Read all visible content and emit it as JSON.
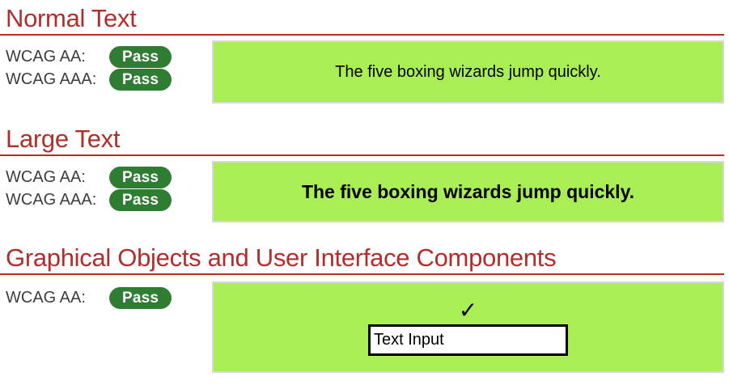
{
  "sections": [
    {
      "heading": "Normal Text",
      "checks": [
        {
          "label": "WCAG AA:",
          "result": "Pass"
        },
        {
          "label": "WCAG AAA:",
          "result": "Pass"
        }
      ],
      "sample_text": "The five boxing wizards jump quickly."
    },
    {
      "heading": "Large Text",
      "checks": [
        {
          "label": "WCAG AA:",
          "result": "Pass"
        },
        {
          "label": "WCAG AAA:",
          "result": "Pass"
        }
      ],
      "sample_text": "The five boxing wizards jump quickly."
    },
    {
      "heading": "Graphical Objects and User Interface Components",
      "checks": [
        {
          "label": "WCAG AA:",
          "result": "Pass"
        }
      ],
      "checkmark": "✓",
      "input_value": "Text Input"
    }
  ],
  "colors": {
    "heading_red": "#b22e2b",
    "divider_red": "#b22e2b",
    "badge_green": "#2e7d32",
    "badge_text": "#ffffff",
    "sample_background": "#aaee55",
    "sample_text": "#000000",
    "sample_border": "#d8d8d8",
    "input_border": "#000000",
    "input_background": "#ffffff"
  }
}
